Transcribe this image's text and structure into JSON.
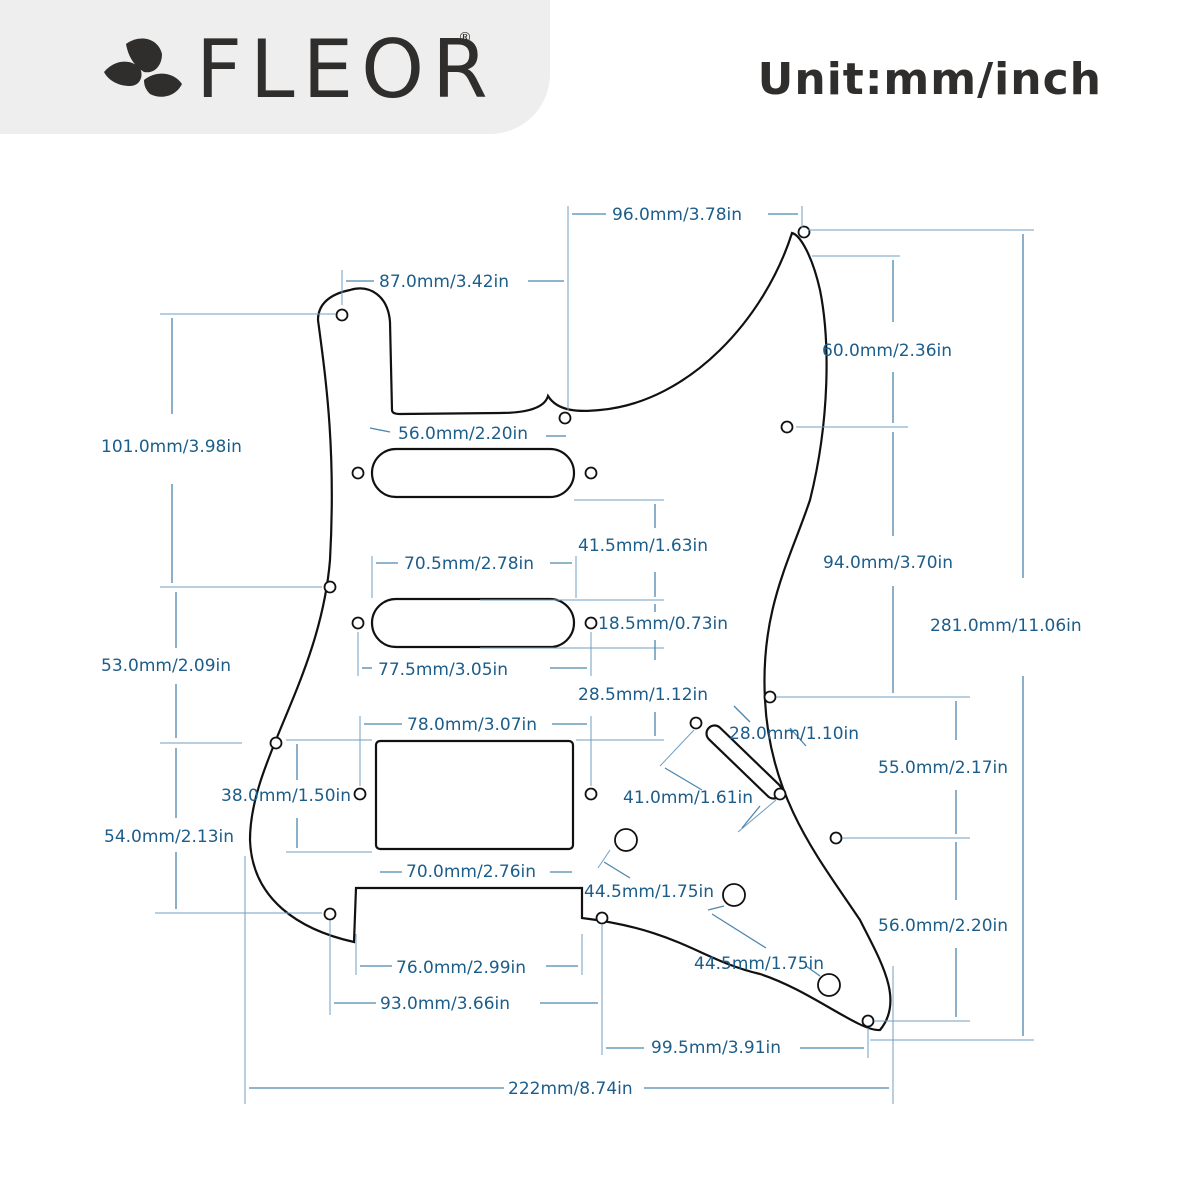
{
  "brand": {
    "name": "FLEOR",
    "registered_mark": "®",
    "logo_icon": "leaf-icon",
    "panel_color": "#eeeeee"
  },
  "unit_label": "Unit:mm/inch",
  "colors": {
    "dimension_text": "#1c5d8a",
    "dimension_line": "#4e86ad",
    "outline": "#111111"
  },
  "dimensions": [
    "96.0mm/3.78in",
    "87.0mm/3.42in",
    "101.0mm/3.98in",
    "60.0mm/2.36in",
    "56.0mm/2.20in",
    "41.5mm/1.63in",
    "70.5mm/2.78in",
    "94.0mm/3.70in",
    "18.5mm/0.73in",
    "281.0mm/11.06in",
    "53.0mm/2.09in",
    "77.5mm/3.05in",
    "28.5mm/1.12in",
    "78.0mm/3.07in",
    "28.0mm/1.10in",
    "55.0mm/2.17in",
    "38.0mm/1.50in",
    "41.0mm/1.61in",
    "54.0mm/2.13in",
    "70.0mm/2.76in",
    "44.5mm/1.75in",
    "56.0mm/2.20in",
    "44.5mm/1.75in",
    "76.0mm/2.99in",
    "93.0mm/3.66in",
    "99.5mm/3.91in",
    "222mm/8.74in"
  ]
}
